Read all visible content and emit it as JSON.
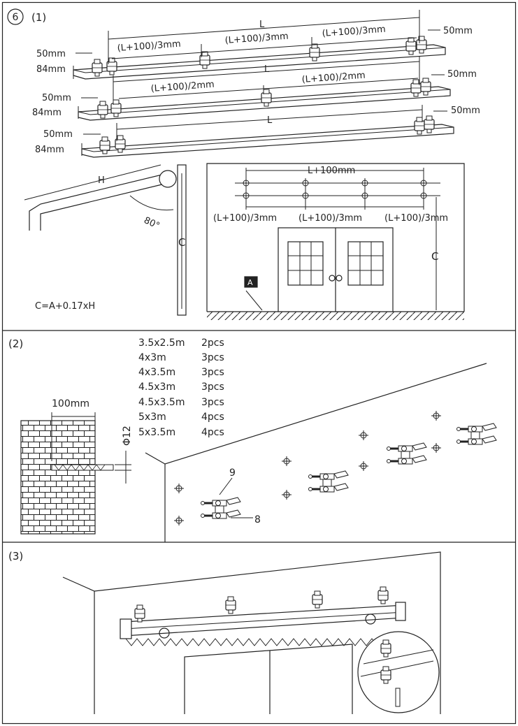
{
  "step": {
    "number": "6",
    "panels": [
      {
        "label": "(1)"
      },
      {
        "label": "(2)"
      },
      {
        "label": "(3)"
      }
    ]
  },
  "panel1": {
    "dim_L": "L",
    "third": "(L+100)/3mm",
    "half": "(L+100)/2mm",
    "edge_offset": "50mm",
    "height_offset": "84mm",
    "roof": {
      "H": "H",
      "angle": "80°",
      "C": "C",
      "formula": "C=A+0.17xH"
    },
    "wall": {
      "top_dim": "L+100mm",
      "spacings": [
        "(L+100)/3mm",
        "(L+100)/3mm",
        "(L+100)/3mm"
      ],
      "C": "C",
      "marker_A": "A"
    }
  },
  "panel2": {
    "table": [
      {
        "size": "3.5x2.5m",
        "qty": "2pcs"
      },
      {
        "size": "4x3m",
        "qty": "3pcs"
      },
      {
        "size": "4x3.5m",
        "qty": "3pcs"
      },
      {
        "size": "4.5x3m",
        "qty": "3pcs"
      },
      {
        "size": "4.5x3.5m",
        "qty": "3pcs"
      },
      {
        "size": "5x3m",
        "qty": "4pcs"
      },
      {
        "size": "5x3.5m",
        "qty": "4pcs"
      }
    ],
    "depth": "100mm",
    "diameter": "Φ12",
    "callout_9": "9",
    "callout_8": "8"
  }
}
